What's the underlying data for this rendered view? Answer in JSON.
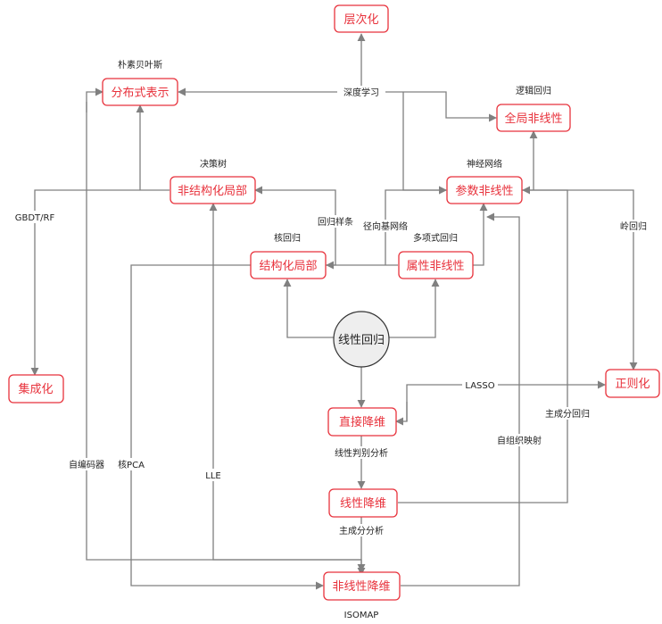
{
  "diagram": {
    "nodes": {
      "hierarchical": "层次化",
      "distributed_repr": "分布式表示",
      "global_nonlinear": "全局非线性",
      "nonstructured_local": "非结构化局部",
      "param_nonlinear": "参数非线性",
      "structured_local": "结构化局部",
      "attribute_nonlinear": "属性非线性",
      "linear_regression": "线性回归",
      "ensemble": "集成化",
      "regularization": "正则化",
      "direct_reduction": "直接降维",
      "linear_reduction": "线性降维",
      "nonlinear_reduction": "非线性降维"
    },
    "labels": {
      "naive_bayes": "朴素贝叶斯",
      "deep_learning": "深度学习",
      "logistic_regression": "逻辑回归",
      "decision_tree": "决策树",
      "neural_network": "神经网络",
      "gbdt_rf": "GBDT/RF",
      "regression_spline": "回归样条",
      "rbf_network": "径向基网络",
      "kernel_regression": "核回归",
      "polynomial_regression": "多项式回归",
      "ridge_regression": "岭回归",
      "lasso": "LASSO",
      "pcr": "主成分回归",
      "autoencoder": "自编码器",
      "kernel_pca": "核PCA",
      "lle": "LLE",
      "lda": "线性判别分析",
      "som": "自组织映射",
      "pca": "主成分分析",
      "isomap": "ISOMAP"
    }
  }
}
